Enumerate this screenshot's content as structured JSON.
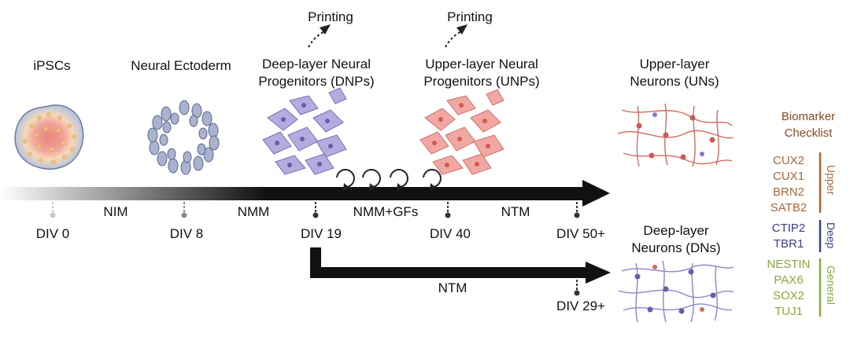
{
  "stages": {
    "ipsc": "iPSCs",
    "ectoderm": "Neural Ectoderm",
    "dnp_line1": "Deep-layer Neural",
    "dnp_line2": "Progenitors (DNPs)",
    "unp_line1": "Upper-layer Neural",
    "unp_line2": "Progenitors (UNPs)",
    "un_line1": "Upper-layer",
    "un_line2": "Neurons (UNs)",
    "dn_line1": "Deep-layer",
    "dn_line2": "Neurons (DNs)"
  },
  "printing": [
    "Printing",
    "Printing"
  ],
  "timeline": {
    "ticks": [
      "DIV 0",
      "DIV 8",
      "DIV 19",
      "DIV 40",
      "DIV 50+",
      "DIV 29+"
    ],
    "media": [
      "NIM",
      "NMM",
      "NMM+GFs",
      "NTM",
      "NTM"
    ]
  },
  "checklist": {
    "title_line1": "Biomarker",
    "title_line2": "Checklist",
    "groups": [
      {
        "name": "Upper",
        "color": "#a8663a",
        "markers": [
          "CUX2",
          "CUX1",
          "BRN2",
          "SATB2"
        ]
      },
      {
        "name": "Deep",
        "color": "#3a3f86",
        "markers": [
          "CTIP2",
          "TBR1"
        ]
      },
      {
        "name": "General",
        "color": "#86a93a",
        "markers": [
          "NESTIN",
          "PAX6",
          "SOX2",
          "TUJ1"
        ]
      }
    ]
  },
  "colors": {
    "arrow": "#111111",
    "checklist_title": "#8a4a22",
    "dnp_cells": "#9b8ed0",
    "unp_cells": "#e58a84",
    "ipsc_core": "#e9857a",
    "ectoderm": "#a9b2cf"
  }
}
